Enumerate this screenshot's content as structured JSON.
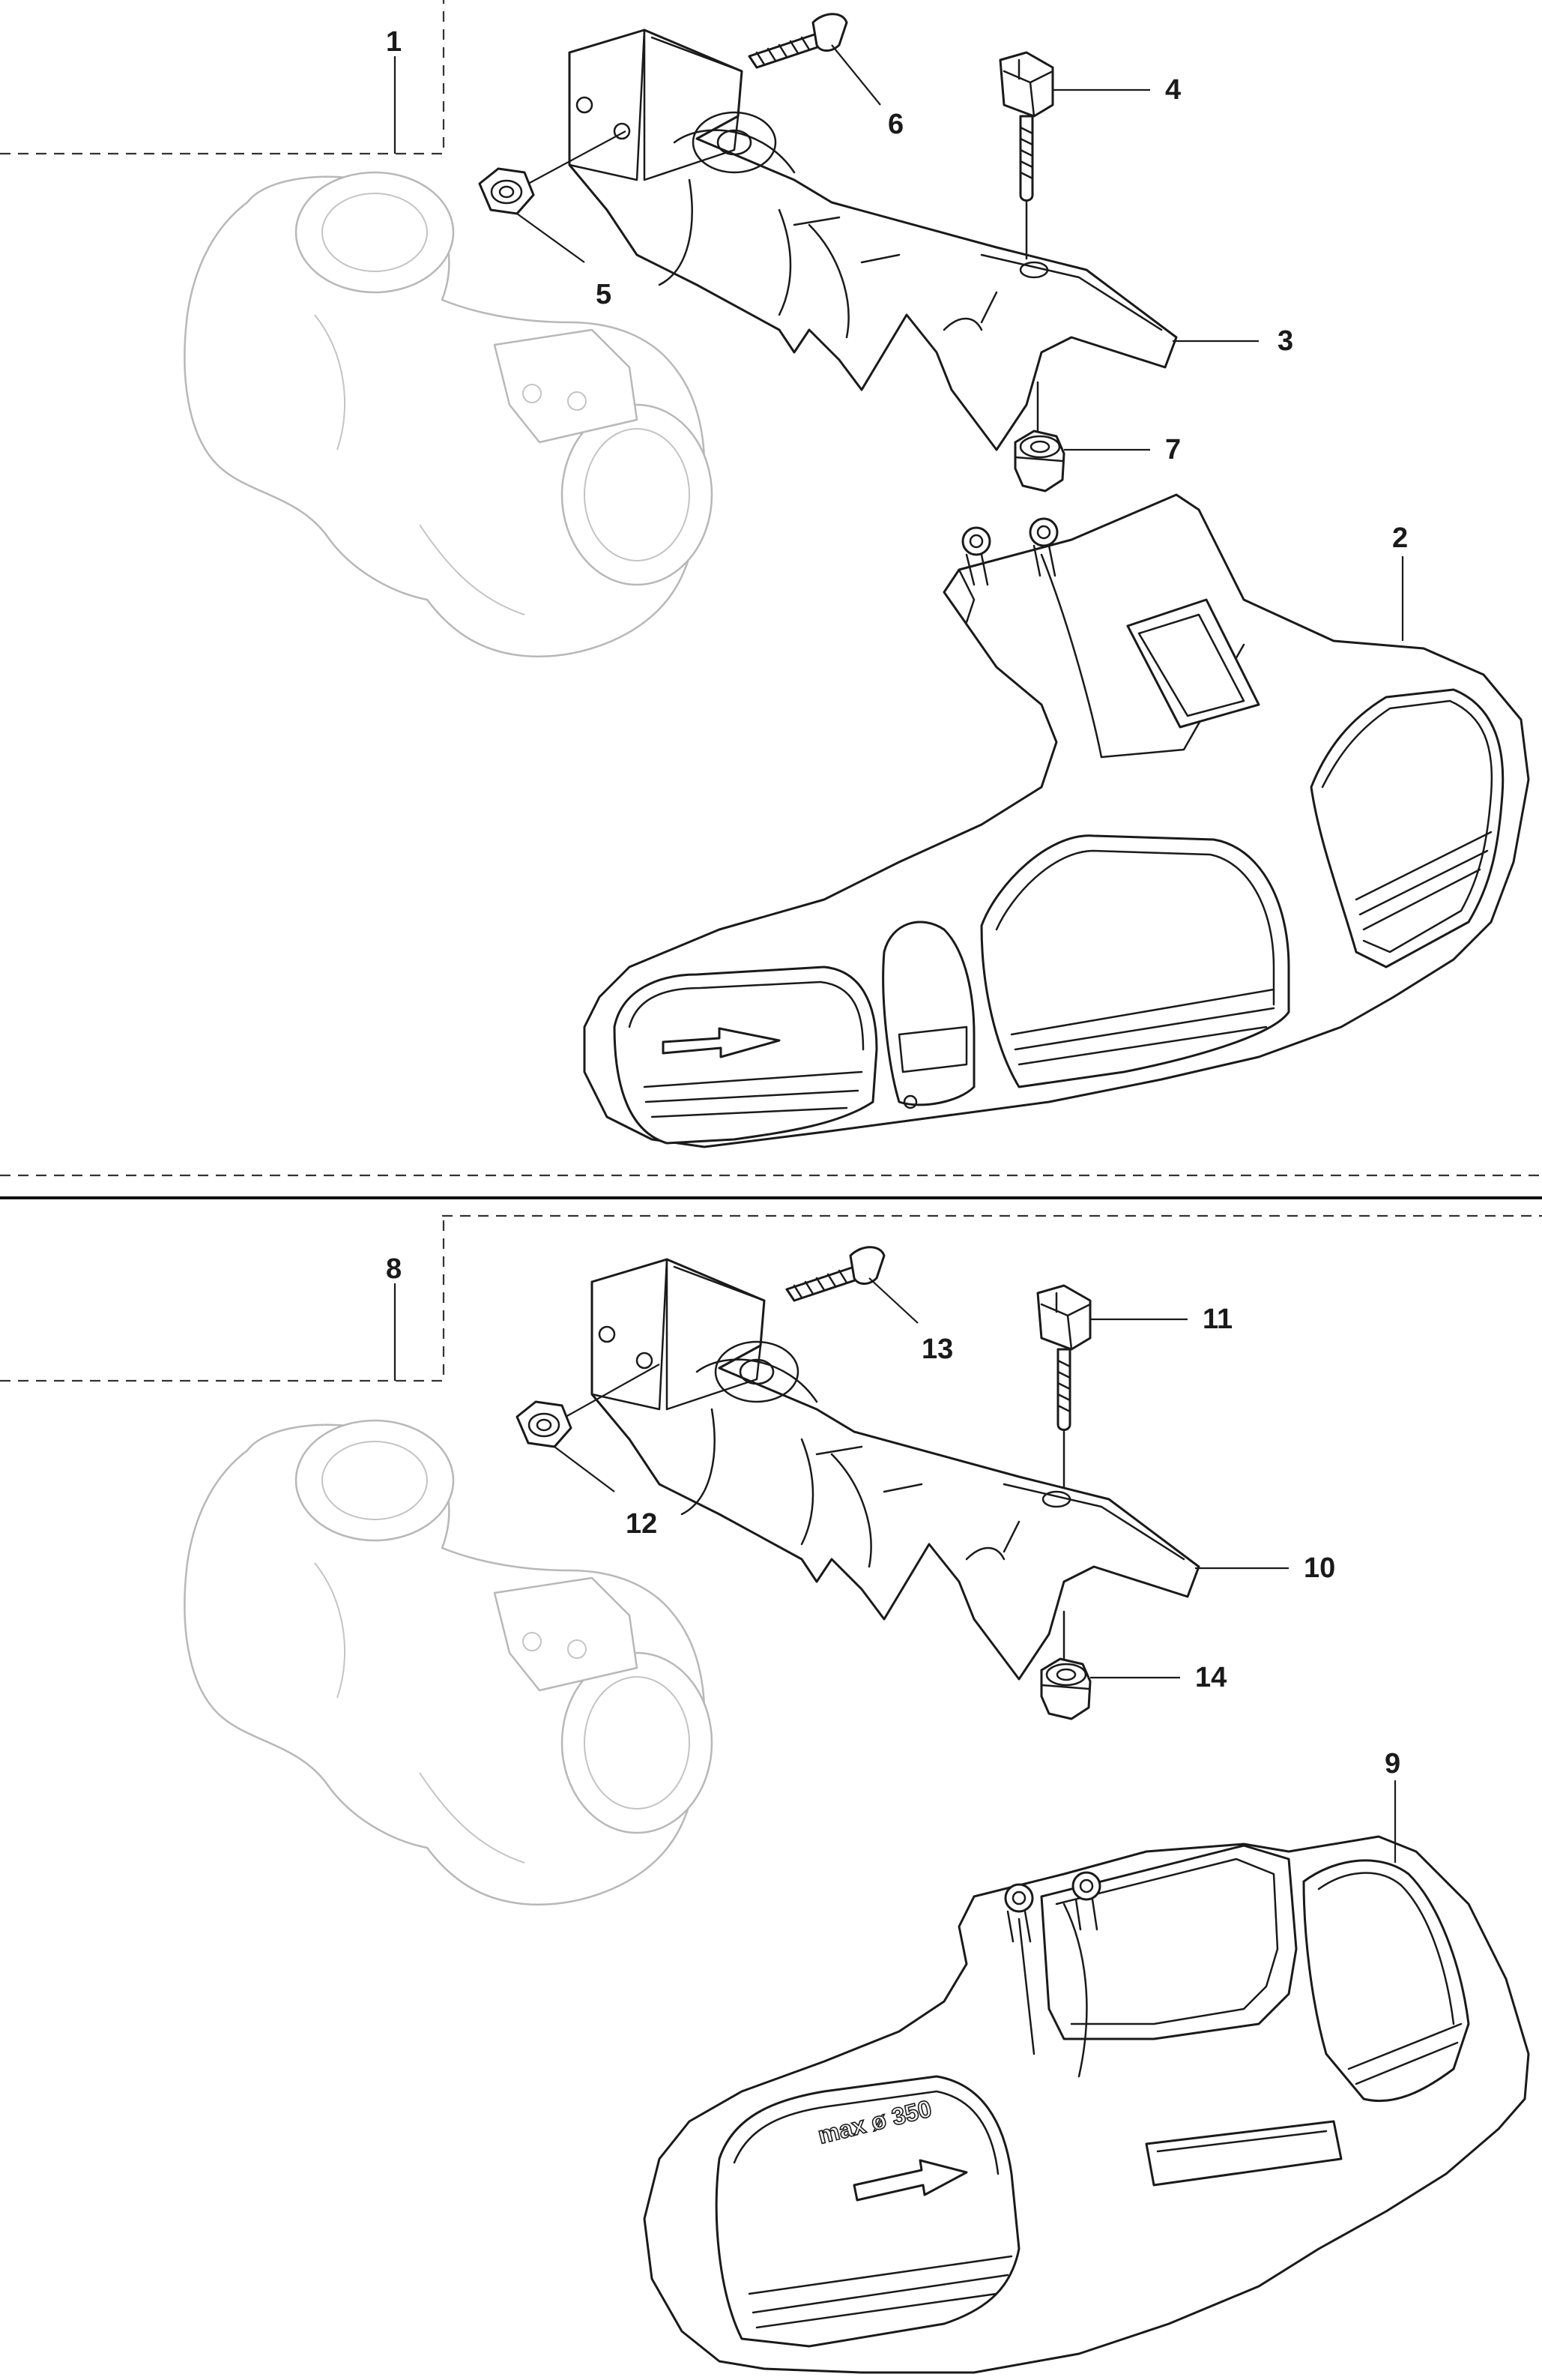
{
  "diagram": {
    "upper_assembly": {
      "callouts": [
        {
          "id": "callout-1",
          "label": "1"
        },
        {
          "id": "callout-2",
          "label": "2"
        },
        {
          "id": "callout-3",
          "label": "3"
        },
        {
          "id": "callout-4",
          "label": "4"
        },
        {
          "id": "callout-5",
          "label": "5"
        },
        {
          "id": "callout-6",
          "label": "6"
        },
        {
          "id": "callout-7",
          "label": "7"
        }
      ]
    },
    "lower_assembly": {
      "callouts": [
        {
          "id": "callout-8",
          "label": "8"
        },
        {
          "id": "callout-9",
          "label": "9"
        },
        {
          "id": "callout-10",
          "label": "10"
        },
        {
          "id": "callout-11",
          "label": "11"
        },
        {
          "id": "callout-12",
          "label": "12"
        },
        {
          "id": "callout-13",
          "label": "13"
        },
        {
          "id": "callout-14",
          "label": "14"
        }
      ],
      "guard_marking": "max ø 350"
    }
  }
}
